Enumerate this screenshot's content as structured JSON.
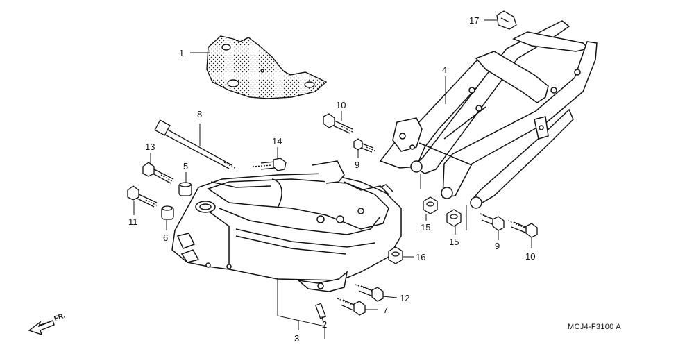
{
  "diagram": {
    "drawing_code": "MCJ4-F3100 A",
    "direction_label": "FR.",
    "parts": [
      {
        "key": "p1",
        "number": "1",
        "name": "heat-guard-plate"
      },
      {
        "key": "p2",
        "number": "2",
        "name": "stud-pin"
      },
      {
        "key": "p3",
        "number": "3",
        "name": "main-frame-body"
      },
      {
        "key": "p4",
        "number": "4",
        "name": "rear-seat-rail-frame"
      },
      {
        "key": "p5",
        "number": "5",
        "name": "collar"
      },
      {
        "key": "p6",
        "number": "6",
        "name": "collar"
      },
      {
        "key": "p7",
        "number": "7",
        "name": "flange-bolt"
      },
      {
        "key": "p8",
        "number": "8",
        "name": "engine-hanger-bolt"
      },
      {
        "key": "p9a",
        "number": "9",
        "name": "flange-bolt"
      },
      {
        "key": "p9b",
        "number": "9",
        "name": "flange-bolt"
      },
      {
        "key": "p10a",
        "number": "10",
        "name": "flange-bolt"
      },
      {
        "key": "p10b",
        "number": "10",
        "name": "flange-bolt"
      },
      {
        "key": "p11",
        "number": "11",
        "name": "flange-bolt"
      },
      {
        "key": "p12",
        "number": "12",
        "name": "flange-bolt"
      },
      {
        "key": "p13",
        "number": "13",
        "name": "flange-bolt"
      },
      {
        "key": "p14",
        "number": "14",
        "name": "flange-bolt"
      },
      {
        "key": "p15a",
        "number": "15",
        "name": "flange-nut"
      },
      {
        "key": "p15b",
        "number": "15",
        "name": "flange-nut"
      },
      {
        "key": "p16",
        "number": "16",
        "name": "flange-nut"
      },
      {
        "key": "p17",
        "number": "17",
        "name": "clip"
      }
    ]
  }
}
